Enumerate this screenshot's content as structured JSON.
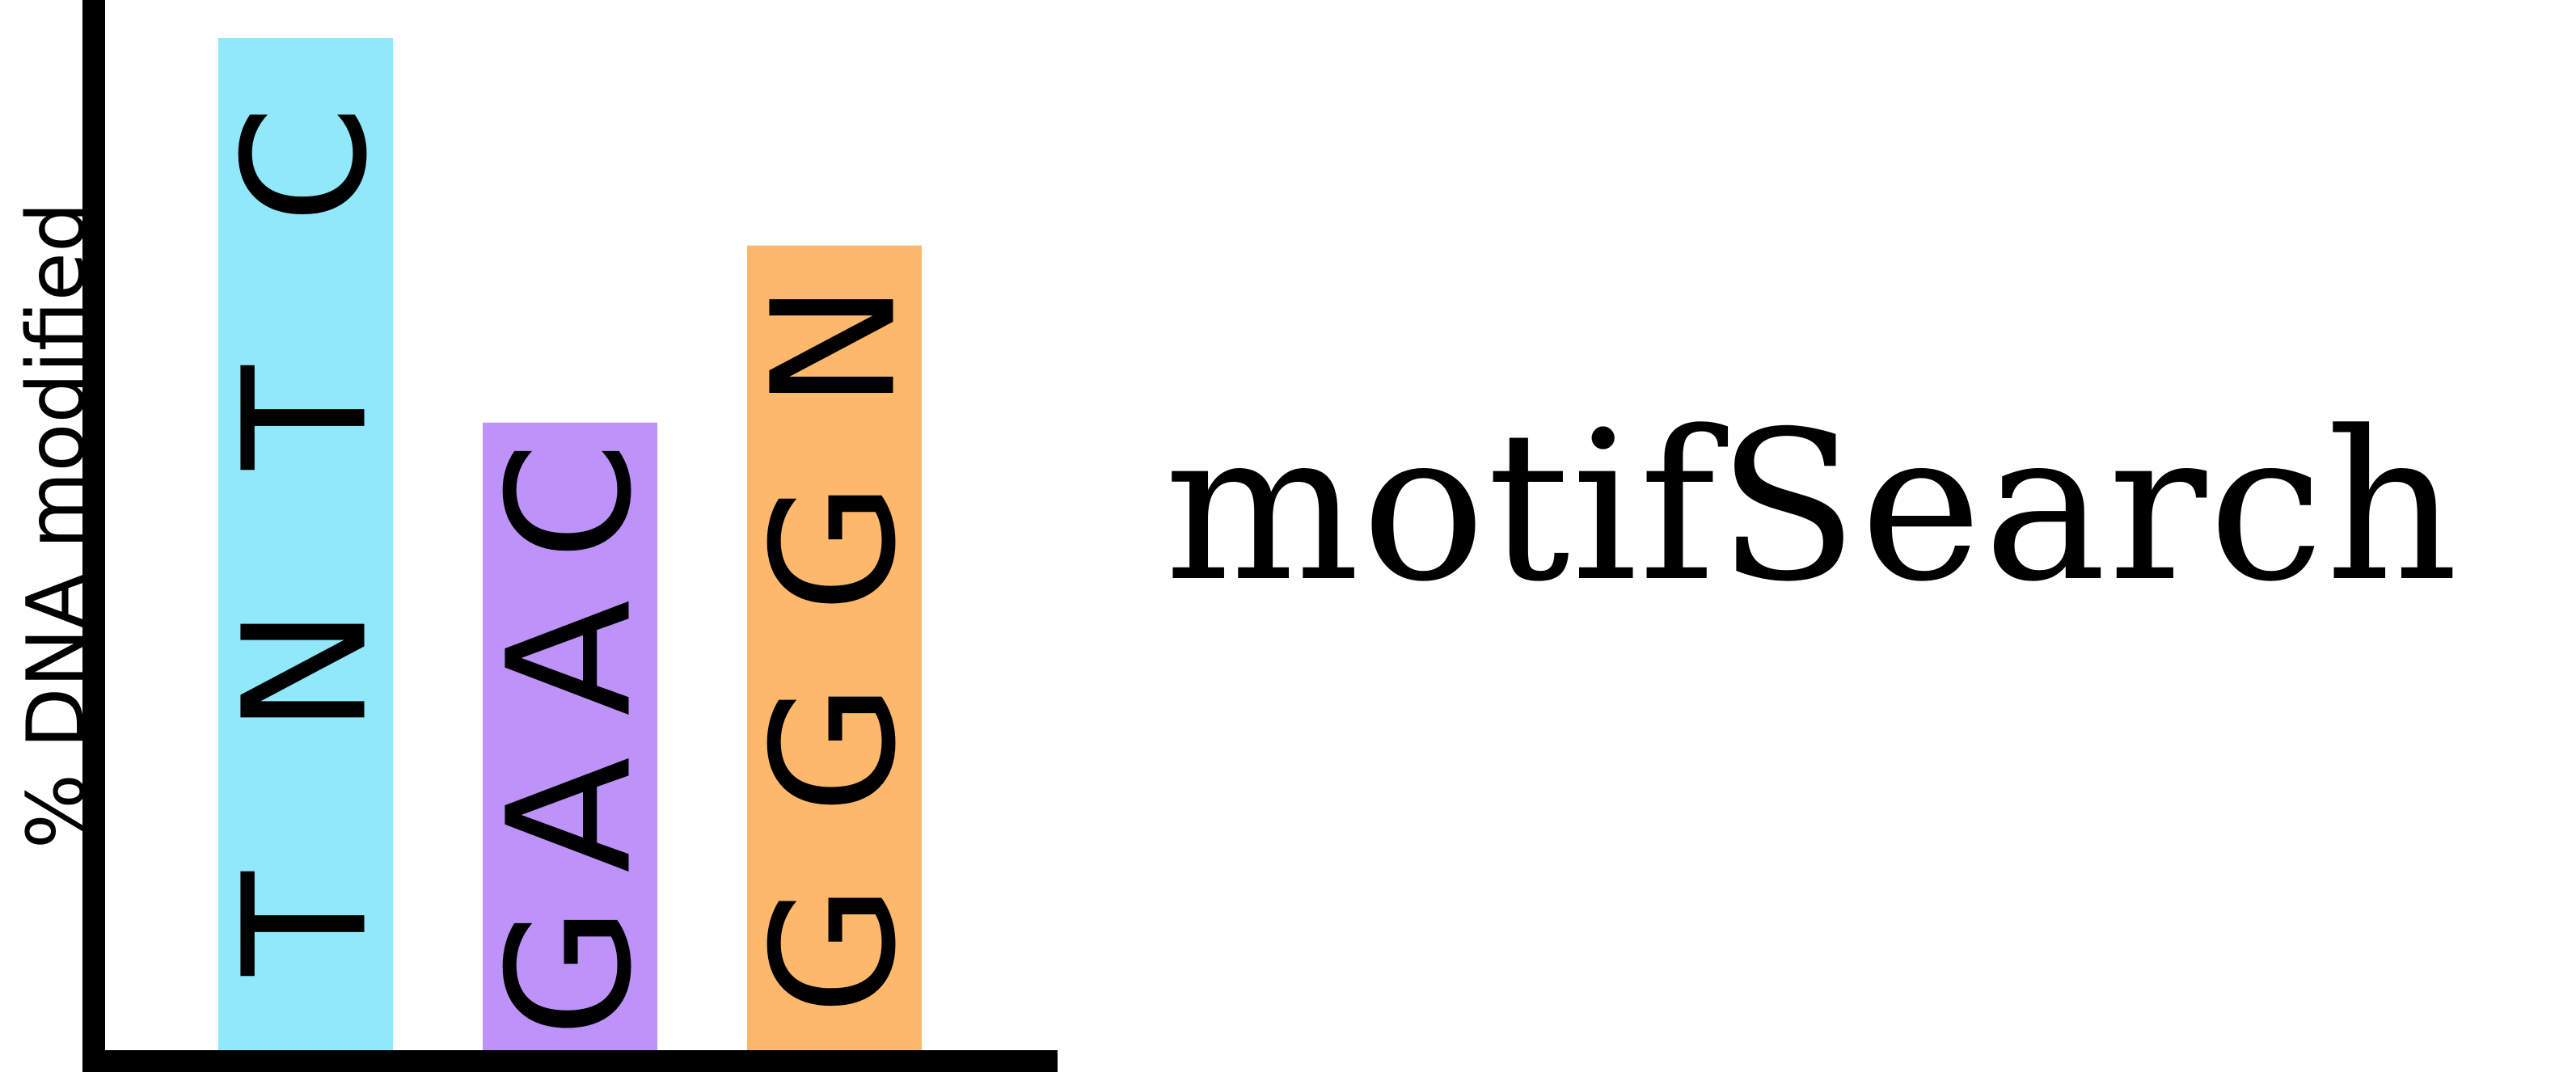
{
  "logo": {
    "wordmark": "motifSearch",
    "y_axis_label": "% DNA modified",
    "bars": [
      {
        "letters": [
          "T",
          "N",
          "T",
          "C"
        ],
        "color": "#90E8FA",
        "value": 1.0
      },
      {
        "letters": [
          "G",
          "A",
          "A",
          "C"
        ],
        "color": "#BD93F9",
        "value": 0.62
      },
      {
        "letters": [
          "G",
          "G",
          "G",
          "N"
        ],
        "color": "#FDB86C",
        "value": 0.795
      }
    ],
    "axis_color": "#000000"
  }
}
